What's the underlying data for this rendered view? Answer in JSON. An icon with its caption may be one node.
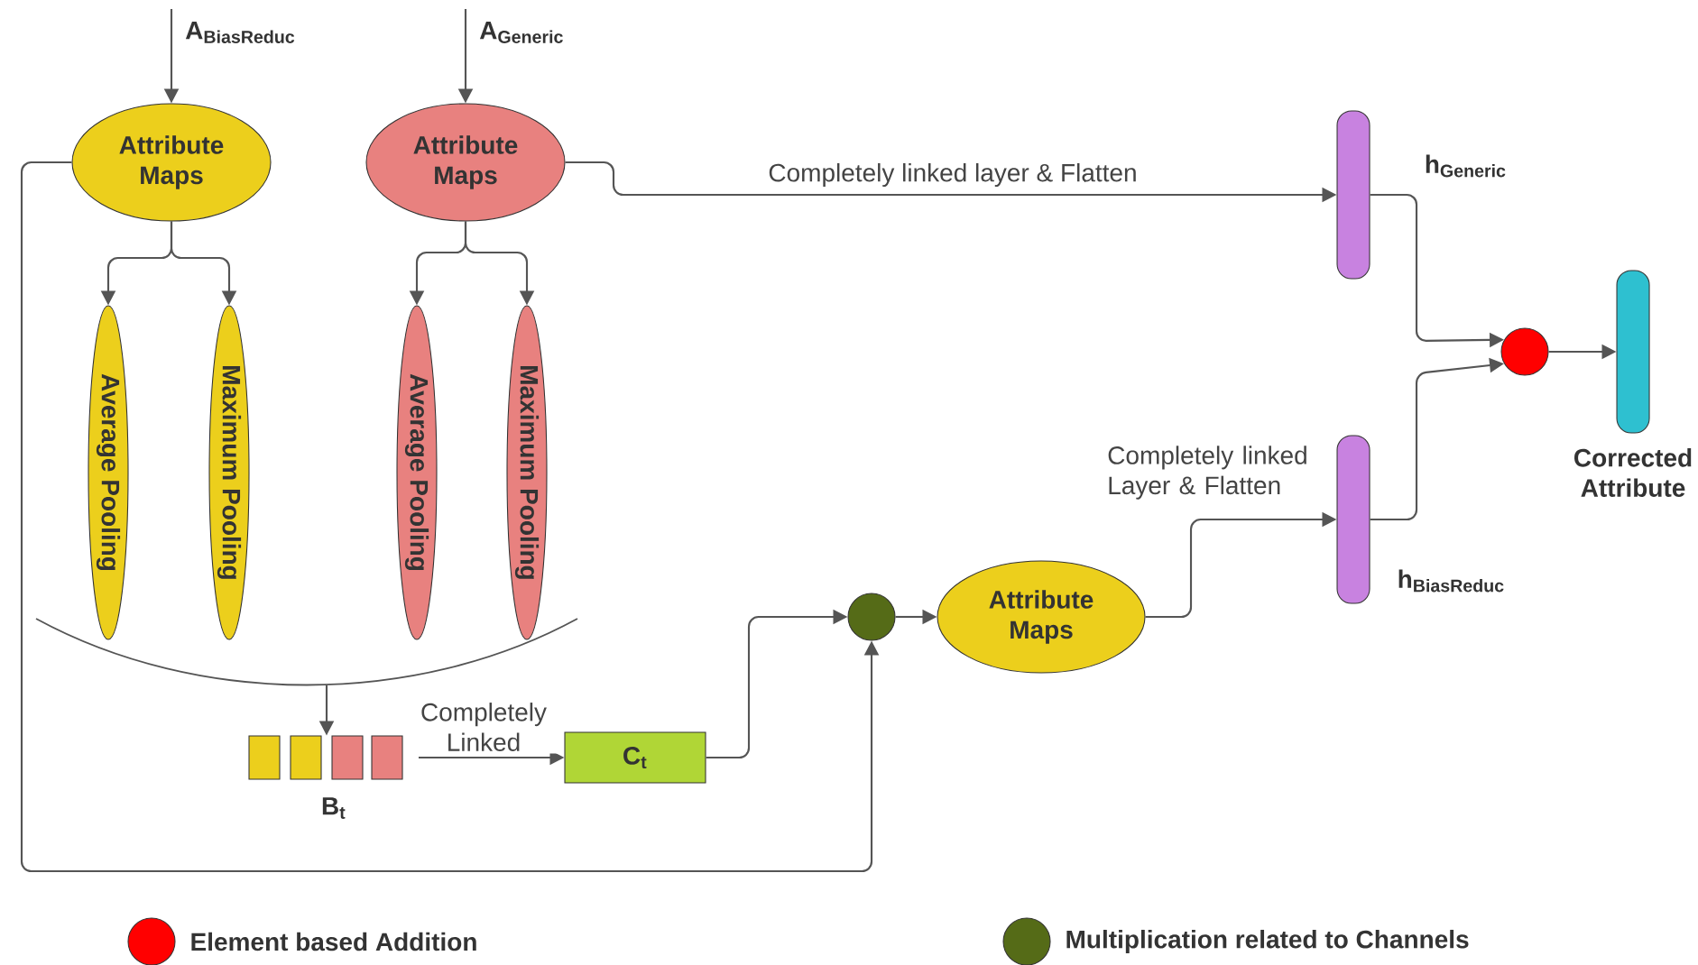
{
  "diagram": {
    "nodes": [
      {
        "text": [
          "Attribute Maps"
        ]
      },
      {
        "text": [
          "Attribute Maps"
        ]
      },
      {
        "text": [
          "Average Pooling"
        ]
      },
      {
        "text": [
          "Maximum Pooling"
        ]
      },
      {
        "text": [
          "Average Pooling"
        ]
      },
      {
        "text": [
          "Maximum Pooling"
        ]
      },
      {
        "text": [],
        "shape": "box",
        "beside": [
          "B$_{t}$"
        ]
      },
      {
        "text": [
          "C$_{t}$"
        ]
      },
      {
        "text": [],
        "shape": "circle"
      },
      {
        "text": [
          "Attribute Maps"
        ]
      },
      {
        "text": [],
        "shape": "bar",
        "beside": [
          "\\mathbf{h}_{\\mathbf{Generic}}"
        ]
      },
      {
        "text": [],
        "shape": "bar",
        "beside": [
          "\\mathbf{h}_{\\mathbf{BiasReduc}}"
        ]
      },
      {
        "text": [],
        "shape": "circle"
      },
      {
        "text": [],
        "shape": "bar",
        "beside": [
          "Corrected Attribute"
        ]
      },
      {
        "text": [],
        "shape": "arc"
      }
    ],
    "edges": [
      {
        "from": null,
        "to": 0,
        "arrow": "to",
        "label": "\\mathbf{A}_{\\mathbf{BiasReduc}}"
      },
      {
        "from": null,
        "to": 1,
        "arrow": "to",
        "label": "\\mathbf{A}_{\\mathbf{Generic}}"
      },
      {
        "from": 0,
        "to": 2,
        "arrow": "to"
      },
      {
        "from": 0,
        "to": 3,
        "arrow": "to"
      },
      {
        "from": 1,
        "to": 4,
        "arrow": "to"
      },
      {
        "from": 1,
        "to": 5,
        "arrow": "to"
      },
      {
        "from": 14,
        "to": 6,
        "arrow": "to"
      },
      {
        "from": 6,
        "to": 7,
        "arrow": "to",
        "label": "Completely Linked"
      },
      {
        "from": 7,
        "to": 8,
        "arrow": "to"
      },
      {
        "from": 0,
        "to": 8,
        "arrow": "to"
      },
      {
        "from": 8,
        "to": 9,
        "arrow": "to"
      },
      {
        "from": 9,
        "to": 11,
        "arrow": "to",
        "label": "Completely linked Layer & Flatten"
      },
      {
        "from": 1,
        "to": 10,
        "arrow": "to",
        "label": "Completely linked layer & Flatten"
      },
      {
        "from": 10,
        "to": 12,
        "arrow": "to"
      },
      {
        "from": 11,
        "to": 12,
        "arrow": "to"
      },
      {
        "from": 12,
        "to": 13,
        "arrow": "to"
      }
    ],
    "legend": [
      {
        "text": "Element based Addition",
        "color": "#ff0000"
      },
      {
        "text": "Multiplication related to Channels",
        "color": "#556b17"
      }
    ]
  }
}
